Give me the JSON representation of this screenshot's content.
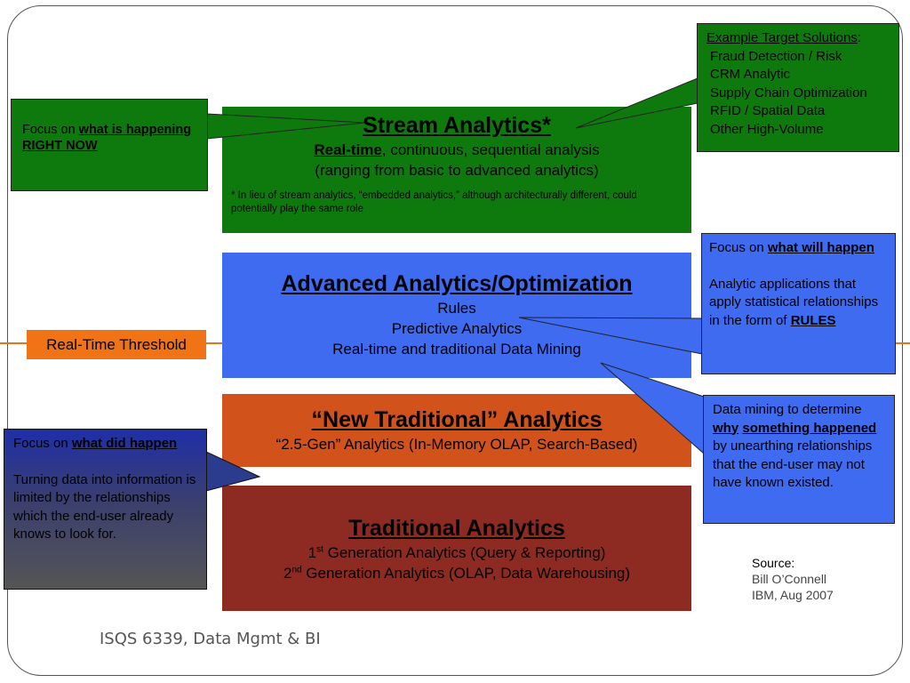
{
  "stream": {
    "title": "Stream Analytics*",
    "line1_bold": "Real-time",
    "line1_rest": ", continuous, sequential analysis",
    "line2": "(ranging from basic to advanced analytics)",
    "note": "* In lieu of stream analytics, “embedded analytics,” although architecturally different, could potentially play the same role"
  },
  "advanced": {
    "title": "Advanced Analytics/Optimization",
    "lines": [
      "Rules",
      "Predictive Analytics",
      "Real-time and traditional Data Mining"
    ]
  },
  "new_traditional": {
    "title": "“New Traditional” Analytics",
    "line": "“2.5-Gen” Analytics (In-Memory OLAP, Search-Based)"
  },
  "traditional": {
    "title": "Traditional Analytics",
    "line1_num": "1",
    "line1_sup": "st",
    "line1_rest": " Generation Analytics (Query & Reporting)",
    "line2_num": "2",
    "line2_sup": "nd",
    "line2_rest": " Generation Analytics (OLAP, Data Warehousing)"
  },
  "callout_now": {
    "prefix": "Focus on ",
    "emphasis": "what is happening RIGHT NOW"
  },
  "callout_targets": {
    "heading": "Example Target Solutions",
    "heading_suffix": ":",
    "items": [
      "Fraud Detection / Risk",
      "CRM Analytic",
      "Supply Chain Optimization",
      "RFID / Spatial Data",
      "Other High-Volume"
    ]
  },
  "callout_will": {
    "prefix": "Focus on ",
    "emphasis": "what will happen",
    "body": "Analytic applications that apply statistical relationships in the form of ",
    "body_emphasis": "RULES"
  },
  "callout_mining": {
    "prefix": "Data mining to determine ",
    "emphasis1": "why",
    "space": " ",
    "emphasis2": "something happened",
    "rest": " by unearthing relationships that the end-user may not have known existed."
  },
  "callout_did": {
    "prefix": "Focus on ",
    "emphasis": "what did happen",
    "body": "Turning data into information is limited by the relationships which the end-user already knows to look for."
  },
  "threshold": {
    "label": "Real-Time Threshold"
  },
  "source": {
    "label": "Source:",
    "author": "Bill O’Connell",
    "org": "IBM, Aug 2007"
  },
  "footer": {
    "text": "ISQS 6339, Data Mgmt & BI"
  },
  "colors": {
    "green": "#0e7a0e",
    "blue": "#3e6bf0",
    "orange": "#d2521c",
    "dark_red": "#8d2a22",
    "threshold": "#f07315"
  }
}
